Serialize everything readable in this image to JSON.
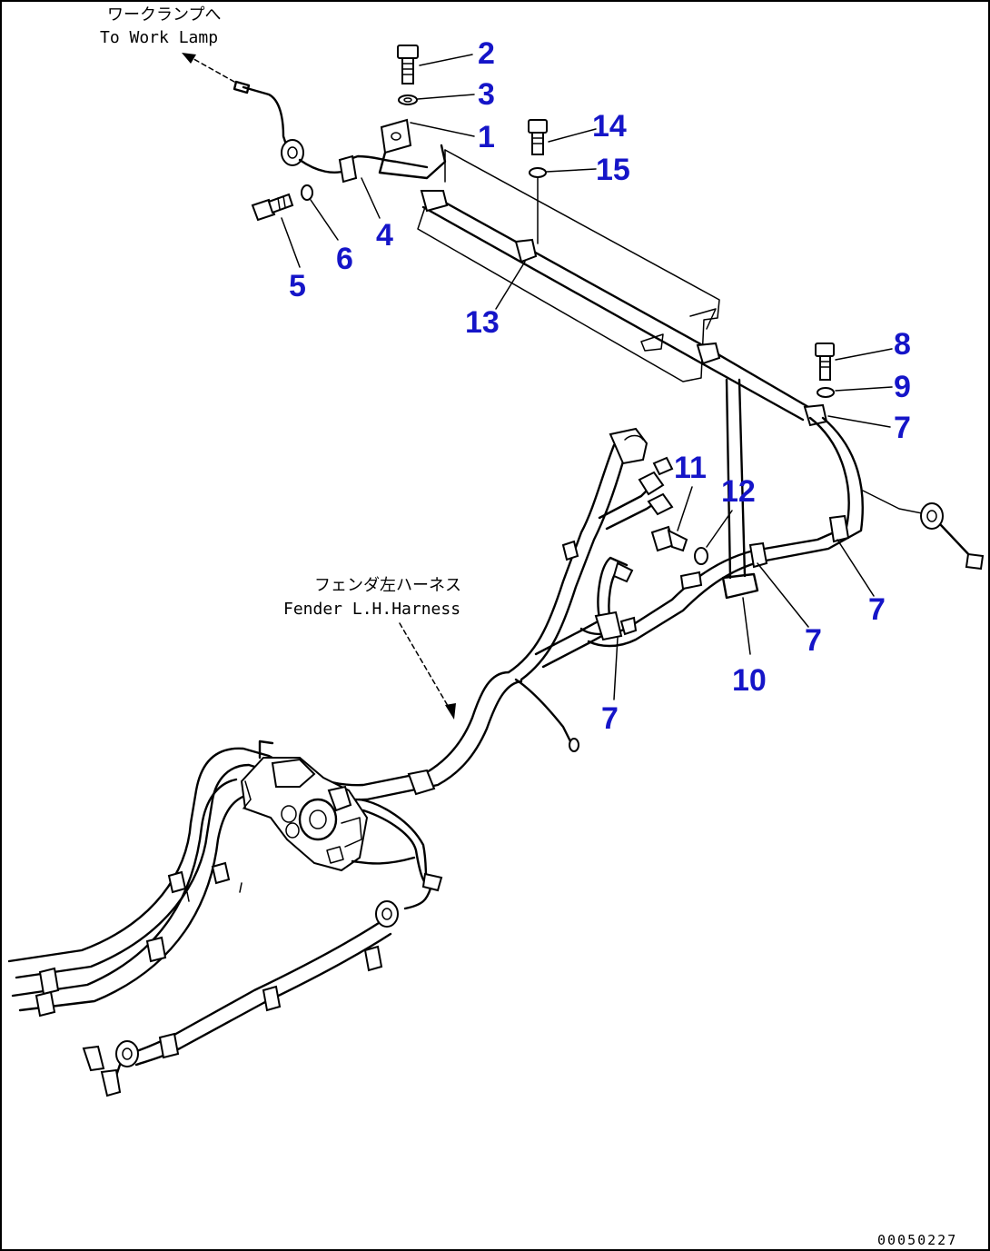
{
  "notes": {
    "work_lamp_jp": "ワークランプへ",
    "work_lamp_en": "To Work Lamp",
    "fender_jp": "フェンダ左ハーネス",
    "fender_en": "Fender L.H.Harness"
  },
  "callouts": {
    "c1": "1",
    "c2": "2",
    "c3": "3",
    "c4": "4",
    "c5": "5",
    "c6": "6",
    "c7a": "7",
    "c7b": "7",
    "c7c": "7",
    "c7d": "7",
    "c8": "8",
    "c9": "9",
    "c10": "10",
    "c11": "11",
    "c12": "12",
    "c13": "13",
    "c14": "14",
    "c15": "15"
  },
  "drawing_code": "00050227",
  "colors": {
    "callout": "#1515c8",
    "line": "#000000",
    "background": "#ffffff"
  }
}
